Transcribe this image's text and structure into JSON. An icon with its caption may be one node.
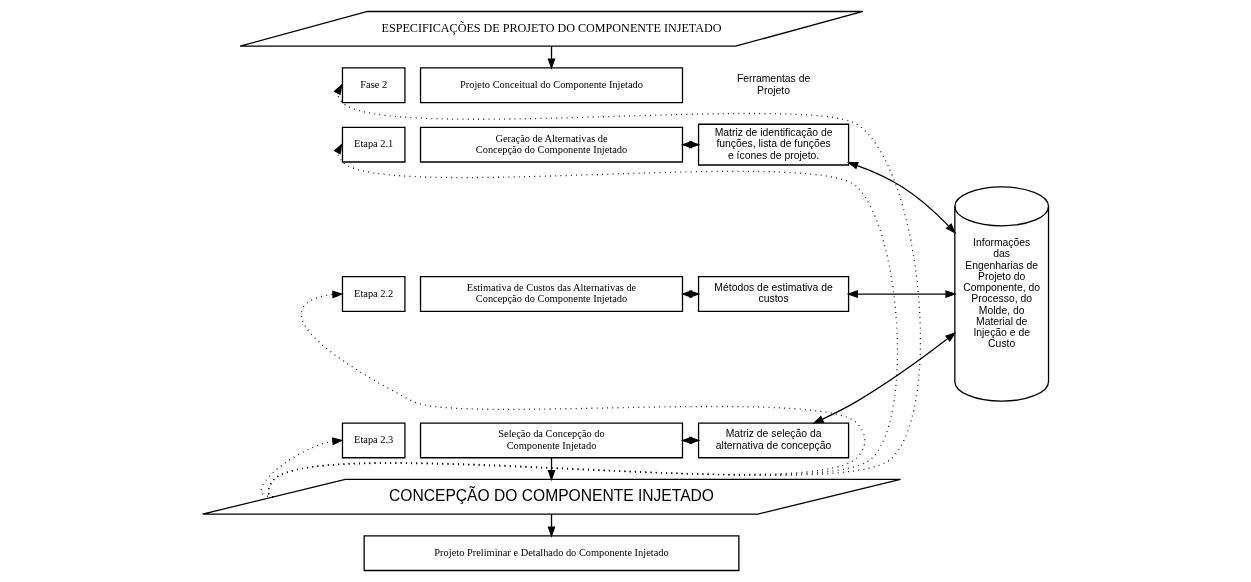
{
  "diagram": {
    "nodes": [
      {
        "text": [
          "ESPECIFICAÇÕES DE PROJETO DO COMPONENTE INJETADO"
        ]
      },
      {
        "text": [
          "Fase 2"
        ]
      },
      {
        "text": [
          "Projeto Conceitual do Componente Injetado"
        ]
      },
      {
        "text": [
          "Etapa 2.1"
        ]
      },
      {
        "text": [
          "Geração de Alternativas de Concepção do Componente Injetado"
        ]
      },
      {
        "text": [
          "Etapa 2.2"
        ]
      },
      {
        "text": [
          "Estimativa de Custos das Alternativas de Concepção do Componente Injetado"
        ]
      },
      {
        "text": [
          "Etapa 2.3"
        ]
      },
      {
        "text": [
          "Seleção da Concepção do Componente Injetado"
        ]
      },
      {
        "text": [
          "Matriz de identificação de funções, lista de funções e ícones de projeto."
        ]
      },
      {
        "text": [
          "Métodos de estimativa de custos"
        ]
      },
      {
        "text": [
          "Matriz de seleção da alternativa de concepção"
        ]
      },
      {
        "text": [
          "Informações das Engenharias de Projeto do Componente, do Processo, do Molde, do Material de Injeção e de Custo"
        ]
      },
      {
        "text": [
          "CONCEPÇÃO DO COMPONENTE INJETADO"
        ]
      },
      {
        "text": [
          "Projeto Preliminar e Detalhado do Componente Injetado"
        ]
      }
    ],
    "edges": [
      {
        "from": 0,
        "to": 2,
        "arrow": "to"
      },
      {
        "from": 4,
        "to": 9,
        "arrow": "both"
      },
      {
        "from": 6,
        "to": 10,
        "arrow": "both"
      },
      {
        "from": 8,
        "to": 11,
        "arrow": "both"
      },
      {
        "from": 9,
        "to": 12,
        "arrow": "both"
      },
      {
        "from": 10,
        "to": 12,
        "arrow": "both"
      },
      {
        "from": 11,
        "to": 12,
        "arrow": "both"
      },
      {
        "from": 8,
        "to": 13,
        "arrow": "to"
      },
      {
        "from": 13,
        "to": 14,
        "arrow": "to"
      },
      {
        "from": 13,
        "to": 1,
        "arrow": "to",
        "style": "dashed"
      },
      {
        "from": 13,
        "to": 3,
        "arrow": "to",
        "style": "dashed"
      },
      {
        "from": 13,
        "to": 5,
        "arrow": "to",
        "style": "dashed"
      },
      {
        "from": 13,
        "to": 7,
        "arrow": "to",
        "style": "dashed"
      }
    ],
    "labels": [
      "Ferramentas de Projeto"
    ]
  }
}
